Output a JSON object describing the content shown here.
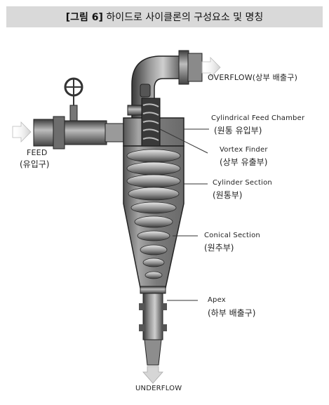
{
  "title": {
    "prefix": "[그림 6]",
    "text": "하이드로 사이클론의 구성요소 및 명칭"
  },
  "labels": {
    "overflow": "OVERFLOW(상부 배출구)",
    "feed_en": "FEED",
    "feed_ko": "(유입구)",
    "cyl_feed_chamber_en": "Cylindrical Feed Chamber",
    "cyl_feed_chamber_ko": "(원통 유입부)",
    "vortex_finder_en": "Vortex Finder",
    "vortex_finder_ko": "(상부 유출부)",
    "cylinder_section_en": "Cylinder Section",
    "cylinder_section_ko": "(원통부)",
    "conical_section_en": "Conical Section",
    "conical_section_ko": "(원추부)",
    "apex_en": "Apex",
    "apex_ko": "(하부 배출구)",
    "underflow": "UNDERFLOW"
  }
}
